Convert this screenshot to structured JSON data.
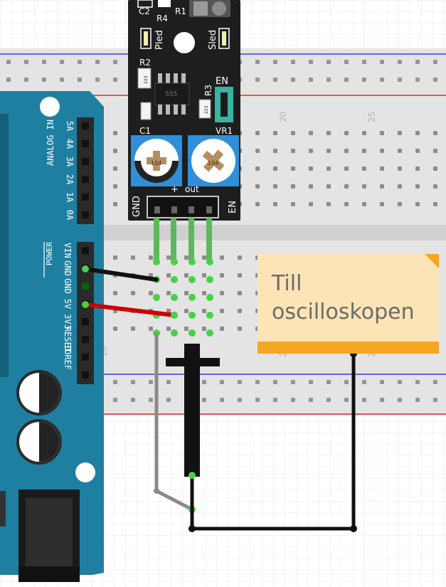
{
  "note": {
    "text_line1": "Till",
    "text_line2": "oscilloskopen"
  },
  "arduino": {
    "analog_header": "ANALOG IN",
    "analog_pins": [
      "5A",
      "4A",
      "3A",
      "2A",
      "1A",
      "0A"
    ],
    "power_header": "POWER",
    "power_pins": [
      "VIN",
      "GND",
      "GND",
      "5V",
      "3V3",
      "RESET",
      "IOREF"
    ]
  },
  "breadboard": {
    "col_labels": [
      "20",
      "25"
    ],
    "col_labels_lower": [
      "10",
      "20",
      "25"
    ]
  },
  "sensor_module": {
    "labels": {
      "c2": "C2",
      "r4": "R4",
      "r1": "R1",
      "pled": "Pled",
      "sled": "Sled",
      "r2": "R2",
      "r3": "R3",
      "en_top": "EN",
      "c1": "C1",
      "vr1": "VR1",
      "ic": "555",
      "r2_code": "223",
      "r3_code": "223",
      "pot_left": "104",
      "pot_right": "104",
      "plus": "+",
      "out": "out",
      "gnd": "GND",
      "en_bottom": "EN"
    }
  },
  "colors": {
    "arduino_blue": "#1f7fa1",
    "module_black": "#1e1e1e",
    "pot_blue": "#2f8fd9",
    "wire_red": "#cc0000",
    "wire_black": "#111111",
    "wire_gray": "#8a8a8a",
    "note_bg": "#fde4b6",
    "note_accent": "#f5a623",
    "pin_green": "#5cb85c"
  }
}
